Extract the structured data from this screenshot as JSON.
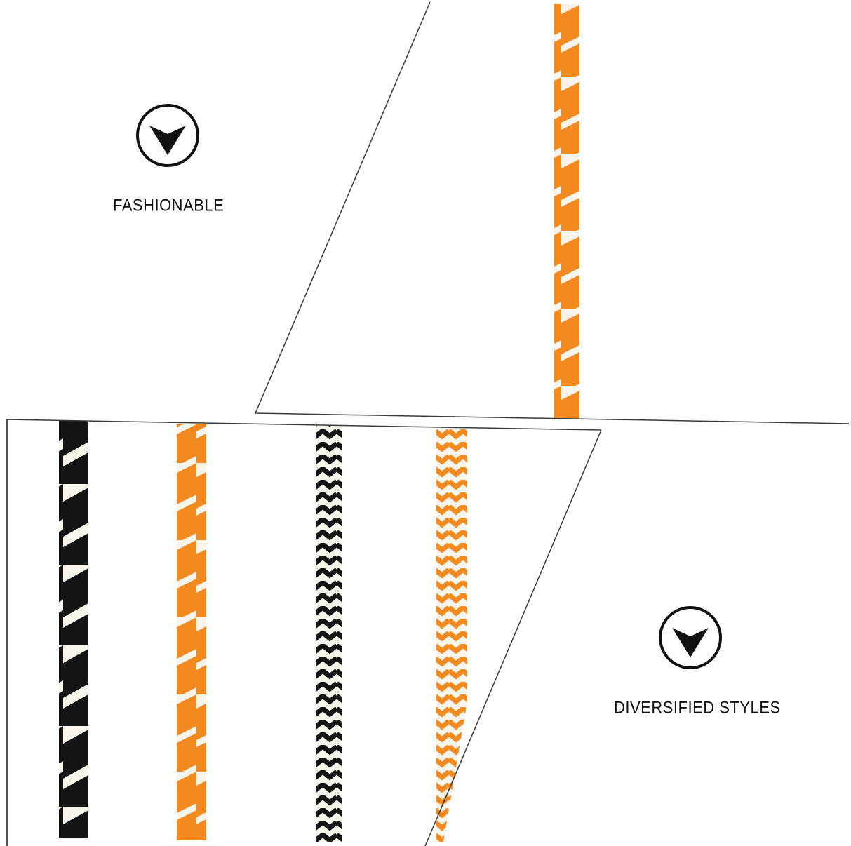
{
  "features": [
    {
      "label": "FASHIONABLE",
      "icon": "arrowhead-down-circle-icon"
    },
    {
      "label": "DIVERSIFIED STYLES",
      "icon": "arrowhead-down-circle-icon"
    }
  ],
  "colors": {
    "background": "#ffffff",
    "line": "#3a3a3a",
    "stripe_orange": "#f28a1f",
    "stripe_black": "#141414",
    "straw_white": "#f7f4ec"
  },
  "straws": [
    {
      "name": "orange-spiral-straw-top",
      "pattern": "spiral",
      "color": "orange"
    },
    {
      "name": "black-spiral-straw",
      "pattern": "spiral",
      "color": "black"
    },
    {
      "name": "orange-spiral-straw",
      "pattern": "spiral",
      "color": "orange"
    },
    {
      "name": "black-chevron-straw",
      "pattern": "chevron",
      "color": "black"
    },
    {
      "name": "orange-chevron-straw",
      "pattern": "chevron",
      "color": "orange"
    }
  ]
}
